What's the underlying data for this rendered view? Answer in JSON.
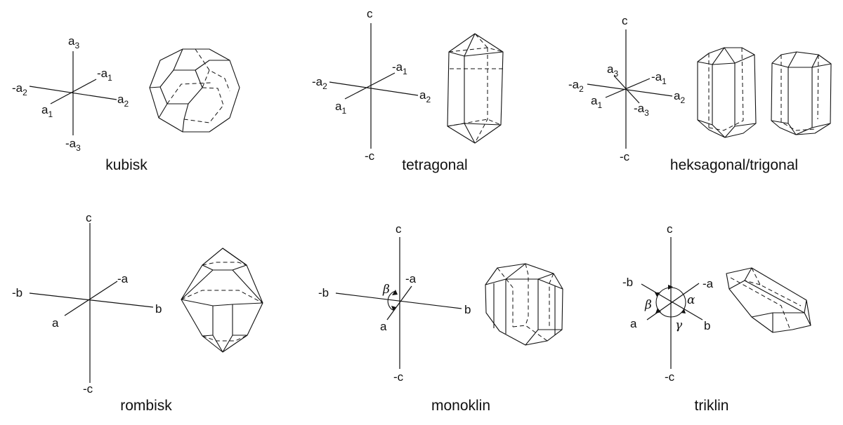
{
  "panels": [
    {
      "title": "kubisk",
      "axis_labels": [
        {
          "base": "a",
          "sub": "3"
        },
        {
          "base": "-a",
          "sub": "1"
        },
        {
          "base": "-a",
          "sub": "2"
        },
        {
          "base": "a",
          "sub": "2"
        },
        {
          "base": "a",
          "sub": "1"
        },
        {
          "base": "-a",
          "sub": "3"
        }
      ],
      "crystal_icon": "truncated-octahedron-icon"
    },
    {
      "title": "tetragonal",
      "axis_labels": [
        {
          "base": "c",
          "sub": ""
        },
        {
          "base": "-a",
          "sub": "1"
        },
        {
          "base": "-a",
          "sub": "2"
        },
        {
          "base": "a",
          "sub": "2"
        },
        {
          "base": "a",
          "sub": "1"
        },
        {
          "base": "-c",
          "sub": ""
        }
      ],
      "crystal_icon": "tetragonal-prism-icon"
    },
    {
      "title": "heksagonal/trigonal",
      "axis_labels": [
        {
          "base": "c",
          "sub": ""
        },
        {
          "base": "a",
          "sub": "3"
        },
        {
          "base": "-a",
          "sub": "1"
        },
        {
          "base": "-a",
          "sub": "2"
        },
        {
          "base": "a",
          "sub": "2"
        },
        {
          "base": "a",
          "sub": "1"
        },
        {
          "base": "-a",
          "sub": "3"
        },
        {
          "base": "-c",
          "sub": ""
        }
      ],
      "crystal_icons": [
        "hexagonal-prism-icon",
        "trigonal-prism-icon"
      ]
    },
    {
      "title": "rombisk",
      "axis_labels": [
        "c",
        "-a",
        "-b",
        "b",
        "a",
        "-c"
      ],
      "crystal_icon": "orthorhombic-dipyramid-icon"
    },
    {
      "title": "monoklin",
      "axis_labels": [
        "c",
        "-a",
        "-b",
        "b",
        "a",
        "-c"
      ],
      "angle_labels": [
        "β"
      ],
      "crystal_icon": "monoclinic-prism-icon"
    },
    {
      "title": "triklin",
      "axis_labels": [
        "c",
        "-b",
        "-a",
        "a",
        "b",
        "-c"
      ],
      "angle_labels": [
        "β",
        "α",
        "γ"
      ],
      "crystal_icon": "triclinic-prism-icon"
    }
  ]
}
